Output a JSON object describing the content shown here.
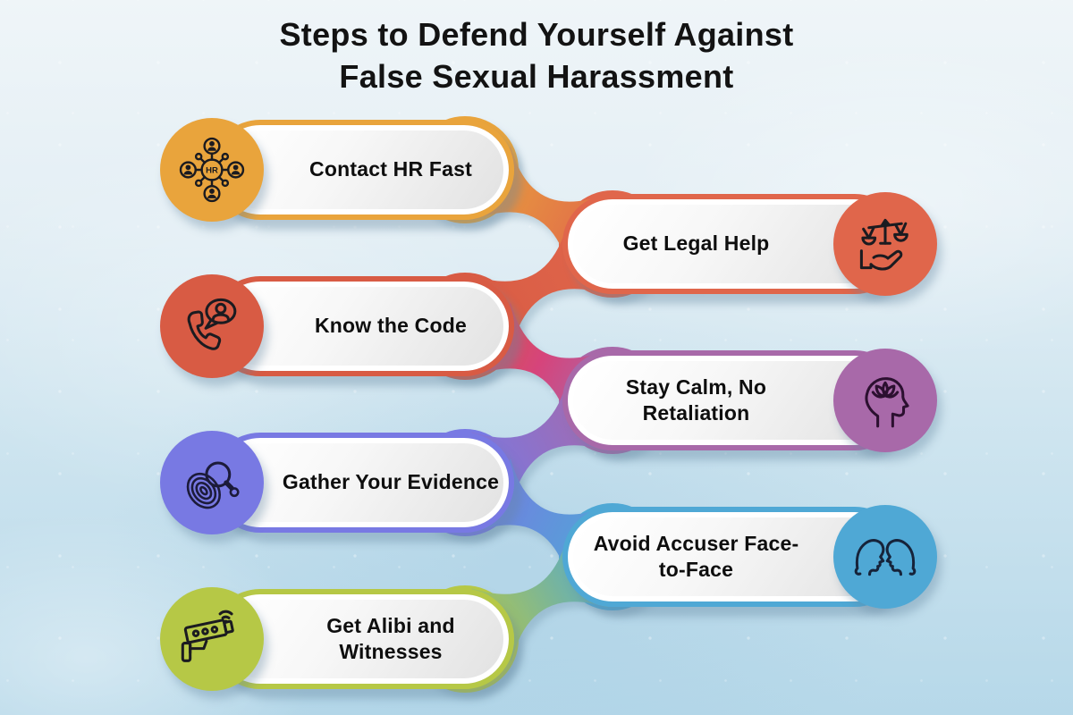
{
  "title": {
    "line1": "Steps to Defend Yourself Against",
    "line2": "False Sexual Harassment"
  },
  "items": [
    {
      "label": "Contact HR Fast",
      "side": "left",
      "color": "#E9A43C",
      "icon": "hr-network-icon"
    },
    {
      "label": "Get Legal Help",
      "side": "right",
      "color": "#E0664B",
      "icon": "justice-scales-hand-icon"
    },
    {
      "label": "Know the Code",
      "side": "left",
      "color": "#D85B44",
      "icon": "phone-support-icon"
    },
    {
      "label": "Stay Calm, No Retaliation",
      "side": "right",
      "color": "#A869A9",
      "icon": "calm-mind-lotus-icon"
    },
    {
      "label": "Gather Your Evidence",
      "side": "left",
      "color": "#7879E3",
      "icon": "fingerprint-magnifier-icon"
    },
    {
      "label": "Avoid Accuser Face-to-Face",
      "side": "right",
      "color": "#4FA8D5",
      "icon": "face-to-face-icon"
    },
    {
      "label": "Get Alibi and Witnesses",
      "side": "left",
      "color": "#B6C846",
      "icon": "cctv-camera-icon"
    }
  ],
  "connector_colors": {
    "orange": "#E9A43C",
    "coral": "#E0664B",
    "red": "#D85B44",
    "pink": "#D6447B",
    "purple": "#A869A9",
    "periwinkle": "#7879E3",
    "cyan": "#4FA8D5",
    "lime": "#B6C846"
  },
  "background": {
    "top": "#EFF5F8",
    "bottom": "#B6D8E9"
  },
  "title_color": "#131313",
  "label_color": "#0E0E0E"
}
